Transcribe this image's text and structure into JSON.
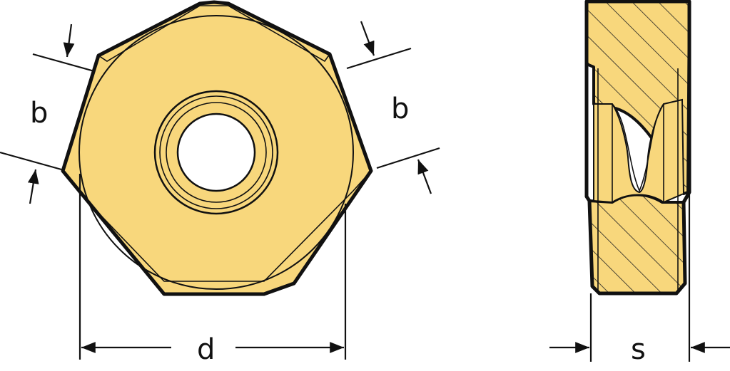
{
  "labels": {
    "b_left": "b",
    "b_right": "b",
    "d": "d",
    "s": "s"
  },
  "colors": {
    "body_fill": "#F8D77C",
    "outline": "#111111",
    "hole": "#ffffff",
    "background": "#ffffff"
  }
}
